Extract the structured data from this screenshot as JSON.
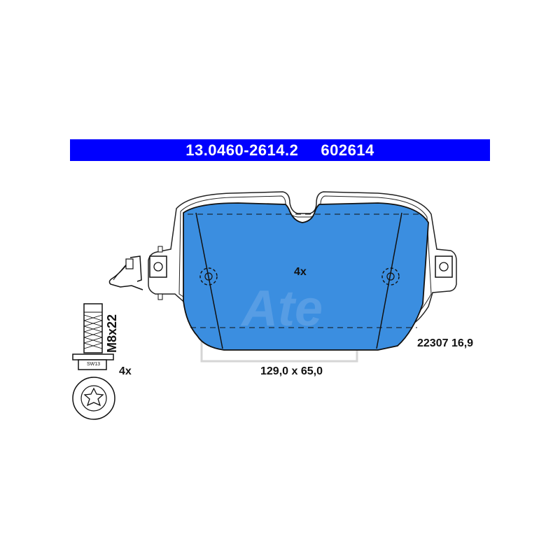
{
  "header": {
    "part_number": "13.0460-2614.2",
    "ref_number": "602614",
    "bar_color": "#0000ff"
  },
  "pad": {
    "quantity": "4x",
    "dimensions": "129,0 x 65,0",
    "wva_and_thickness": "22307 16,9",
    "fill_color": "#3b8ee0",
    "brand_watermark": "Ate"
  },
  "bolt": {
    "thread_size": "M8x22",
    "wrench_size": "SW13",
    "quantity": "4x"
  }
}
